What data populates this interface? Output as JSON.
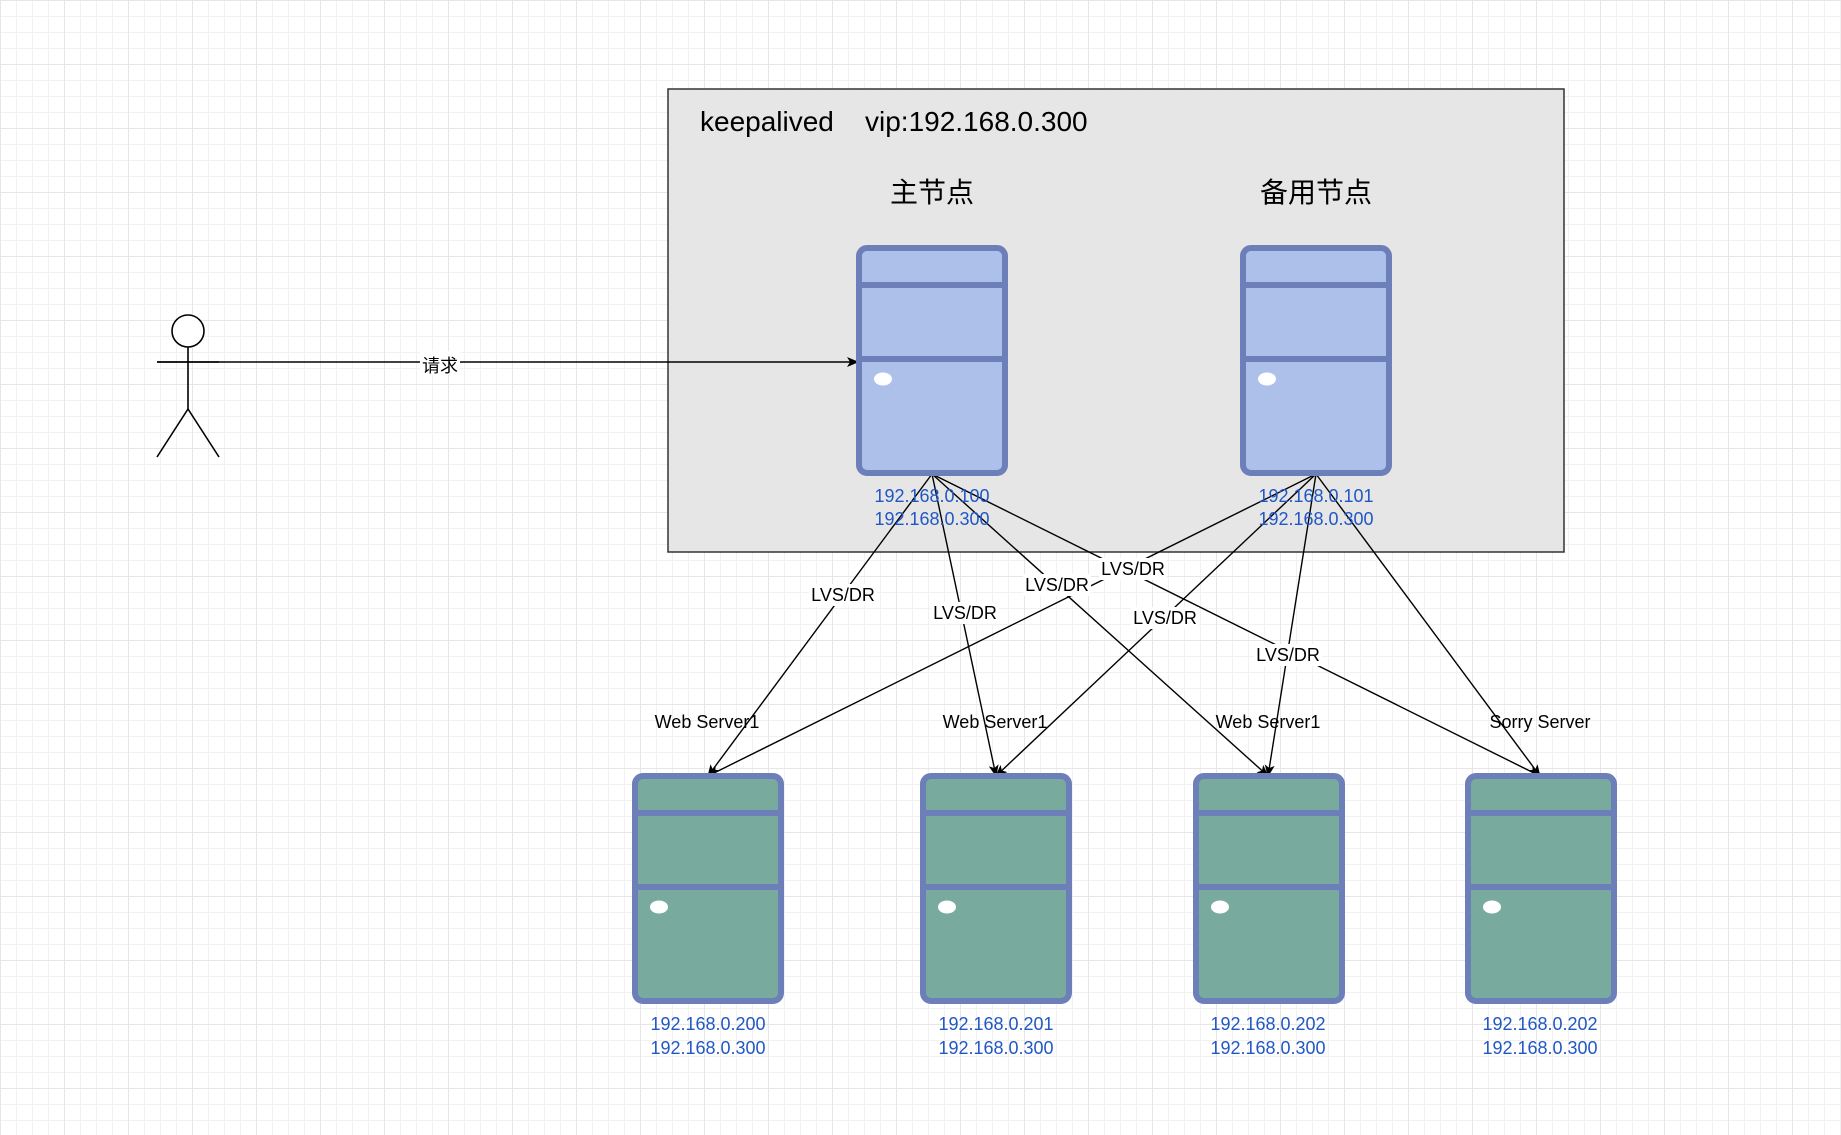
{
  "colors": {
    "cluster_fill": "#e6e6e6",
    "cluster_stroke": "#333333",
    "server_outline": "#6c7fb8",
    "master_fill": "#adc0e9",
    "backend_fill": "#78aa9e",
    "ip_text": "#2157c5",
    "edge": "#000000"
  },
  "cluster": {
    "title": "keepalived    vip:192.168.0.300"
  },
  "user": {
    "icon": "stick-figure-icon",
    "request_label": "请求"
  },
  "edge_label": "LVS/DR",
  "nodes": {
    "master": {
      "title": "主节点",
      "ip1": "192.168.0.100",
      "ip2": "192.168.0.300",
      "icon": "server-icon"
    },
    "backup": {
      "title": "备用节点",
      "ip1": "192.168.0.101",
      "ip2": "192.168.0.300",
      "icon": "server-icon"
    },
    "web1": {
      "title": "Web Server1",
      "ip1": "192.168.0.200",
      "ip2": "192.168.0.300",
      "icon": "server-icon"
    },
    "web2": {
      "title": "Web Server1",
      "ip1": "192.168.0.201",
      "ip2": "192.168.0.300",
      "icon": "server-icon"
    },
    "web3": {
      "title": "Web Server1",
      "ip1": "192.168.0.202",
      "ip2": "192.168.0.300",
      "icon": "server-icon"
    },
    "sorry": {
      "title": "Sorry Server",
      "ip1": "192.168.0.202",
      "ip2": "192.168.0.300",
      "icon": "server-icon"
    }
  }
}
